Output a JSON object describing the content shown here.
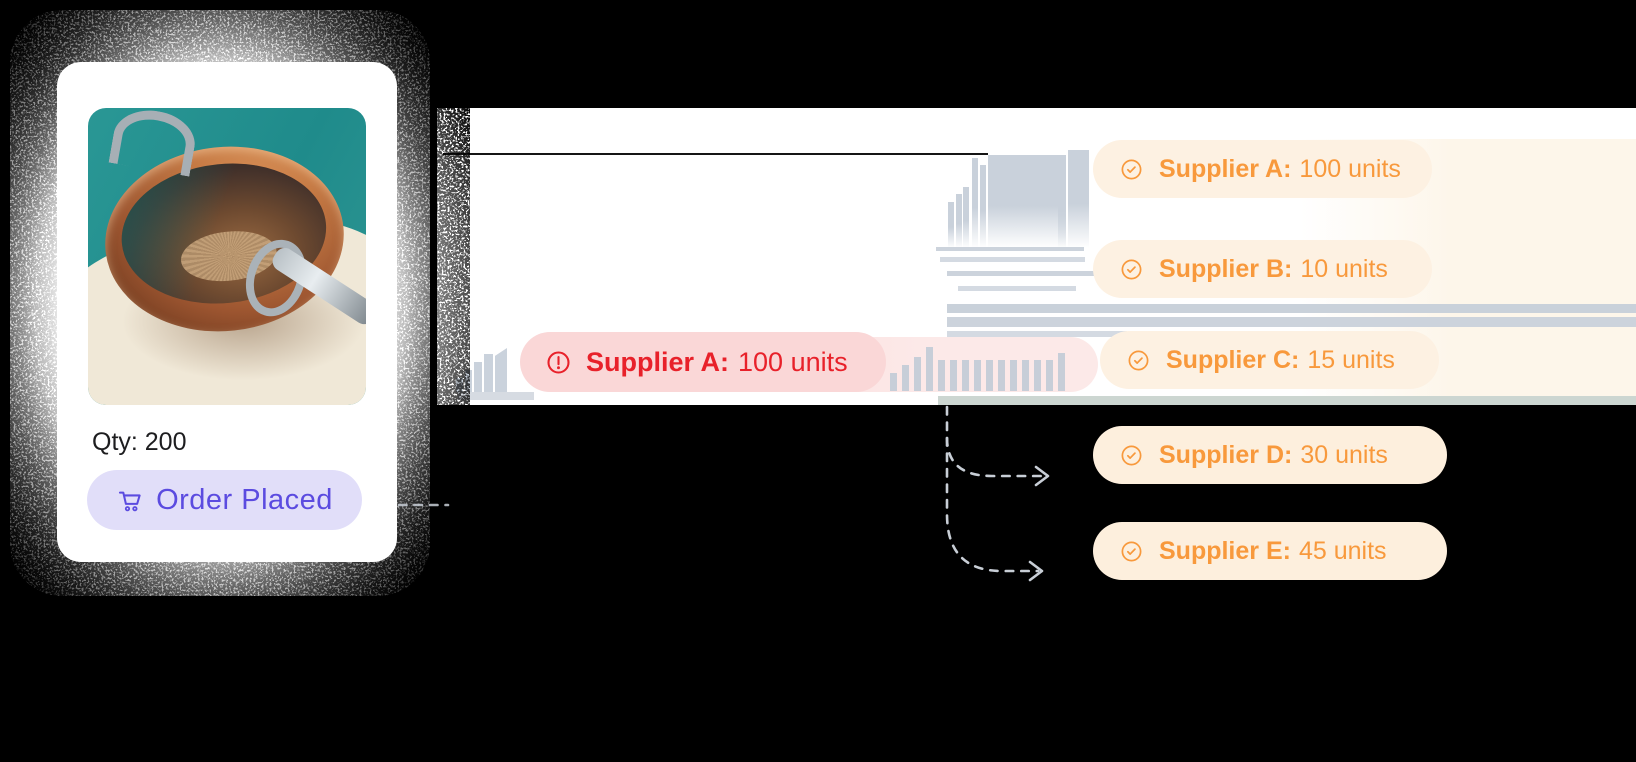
{
  "product_card": {
    "qty": "Qty: 200",
    "order_button": "Order Placed"
  },
  "alert_pill": {
    "label": "Supplier A:",
    "value": "100 units"
  },
  "supplier_pills": [
    {
      "label": "Supplier A:",
      "value": "100 units"
    },
    {
      "label": "Supplier B:",
      "value": "10 units"
    },
    {
      "label": "Supplier C:",
      "value": "15 units"
    },
    {
      "label": "Supplier D:",
      "value": "30 units"
    },
    {
      "label": "Supplier E:",
      "value": "45 units"
    }
  ],
  "icons": {
    "alert": "alert-circle-icon",
    "check": "check-circle-icon",
    "cart": "shopping-cart-icon"
  },
  "colors": {
    "background": "#000000",
    "canvas": "#ffffff",
    "alert_text": "#e8212a",
    "alert_bg": "#fad7d7",
    "supplier_text": "#f8993c",
    "supplier_bg": "#fdf1e2",
    "button_bg": "#e1def9",
    "button_text": "#5b4be0",
    "silhouette_gray": "#cad2dc"
  }
}
